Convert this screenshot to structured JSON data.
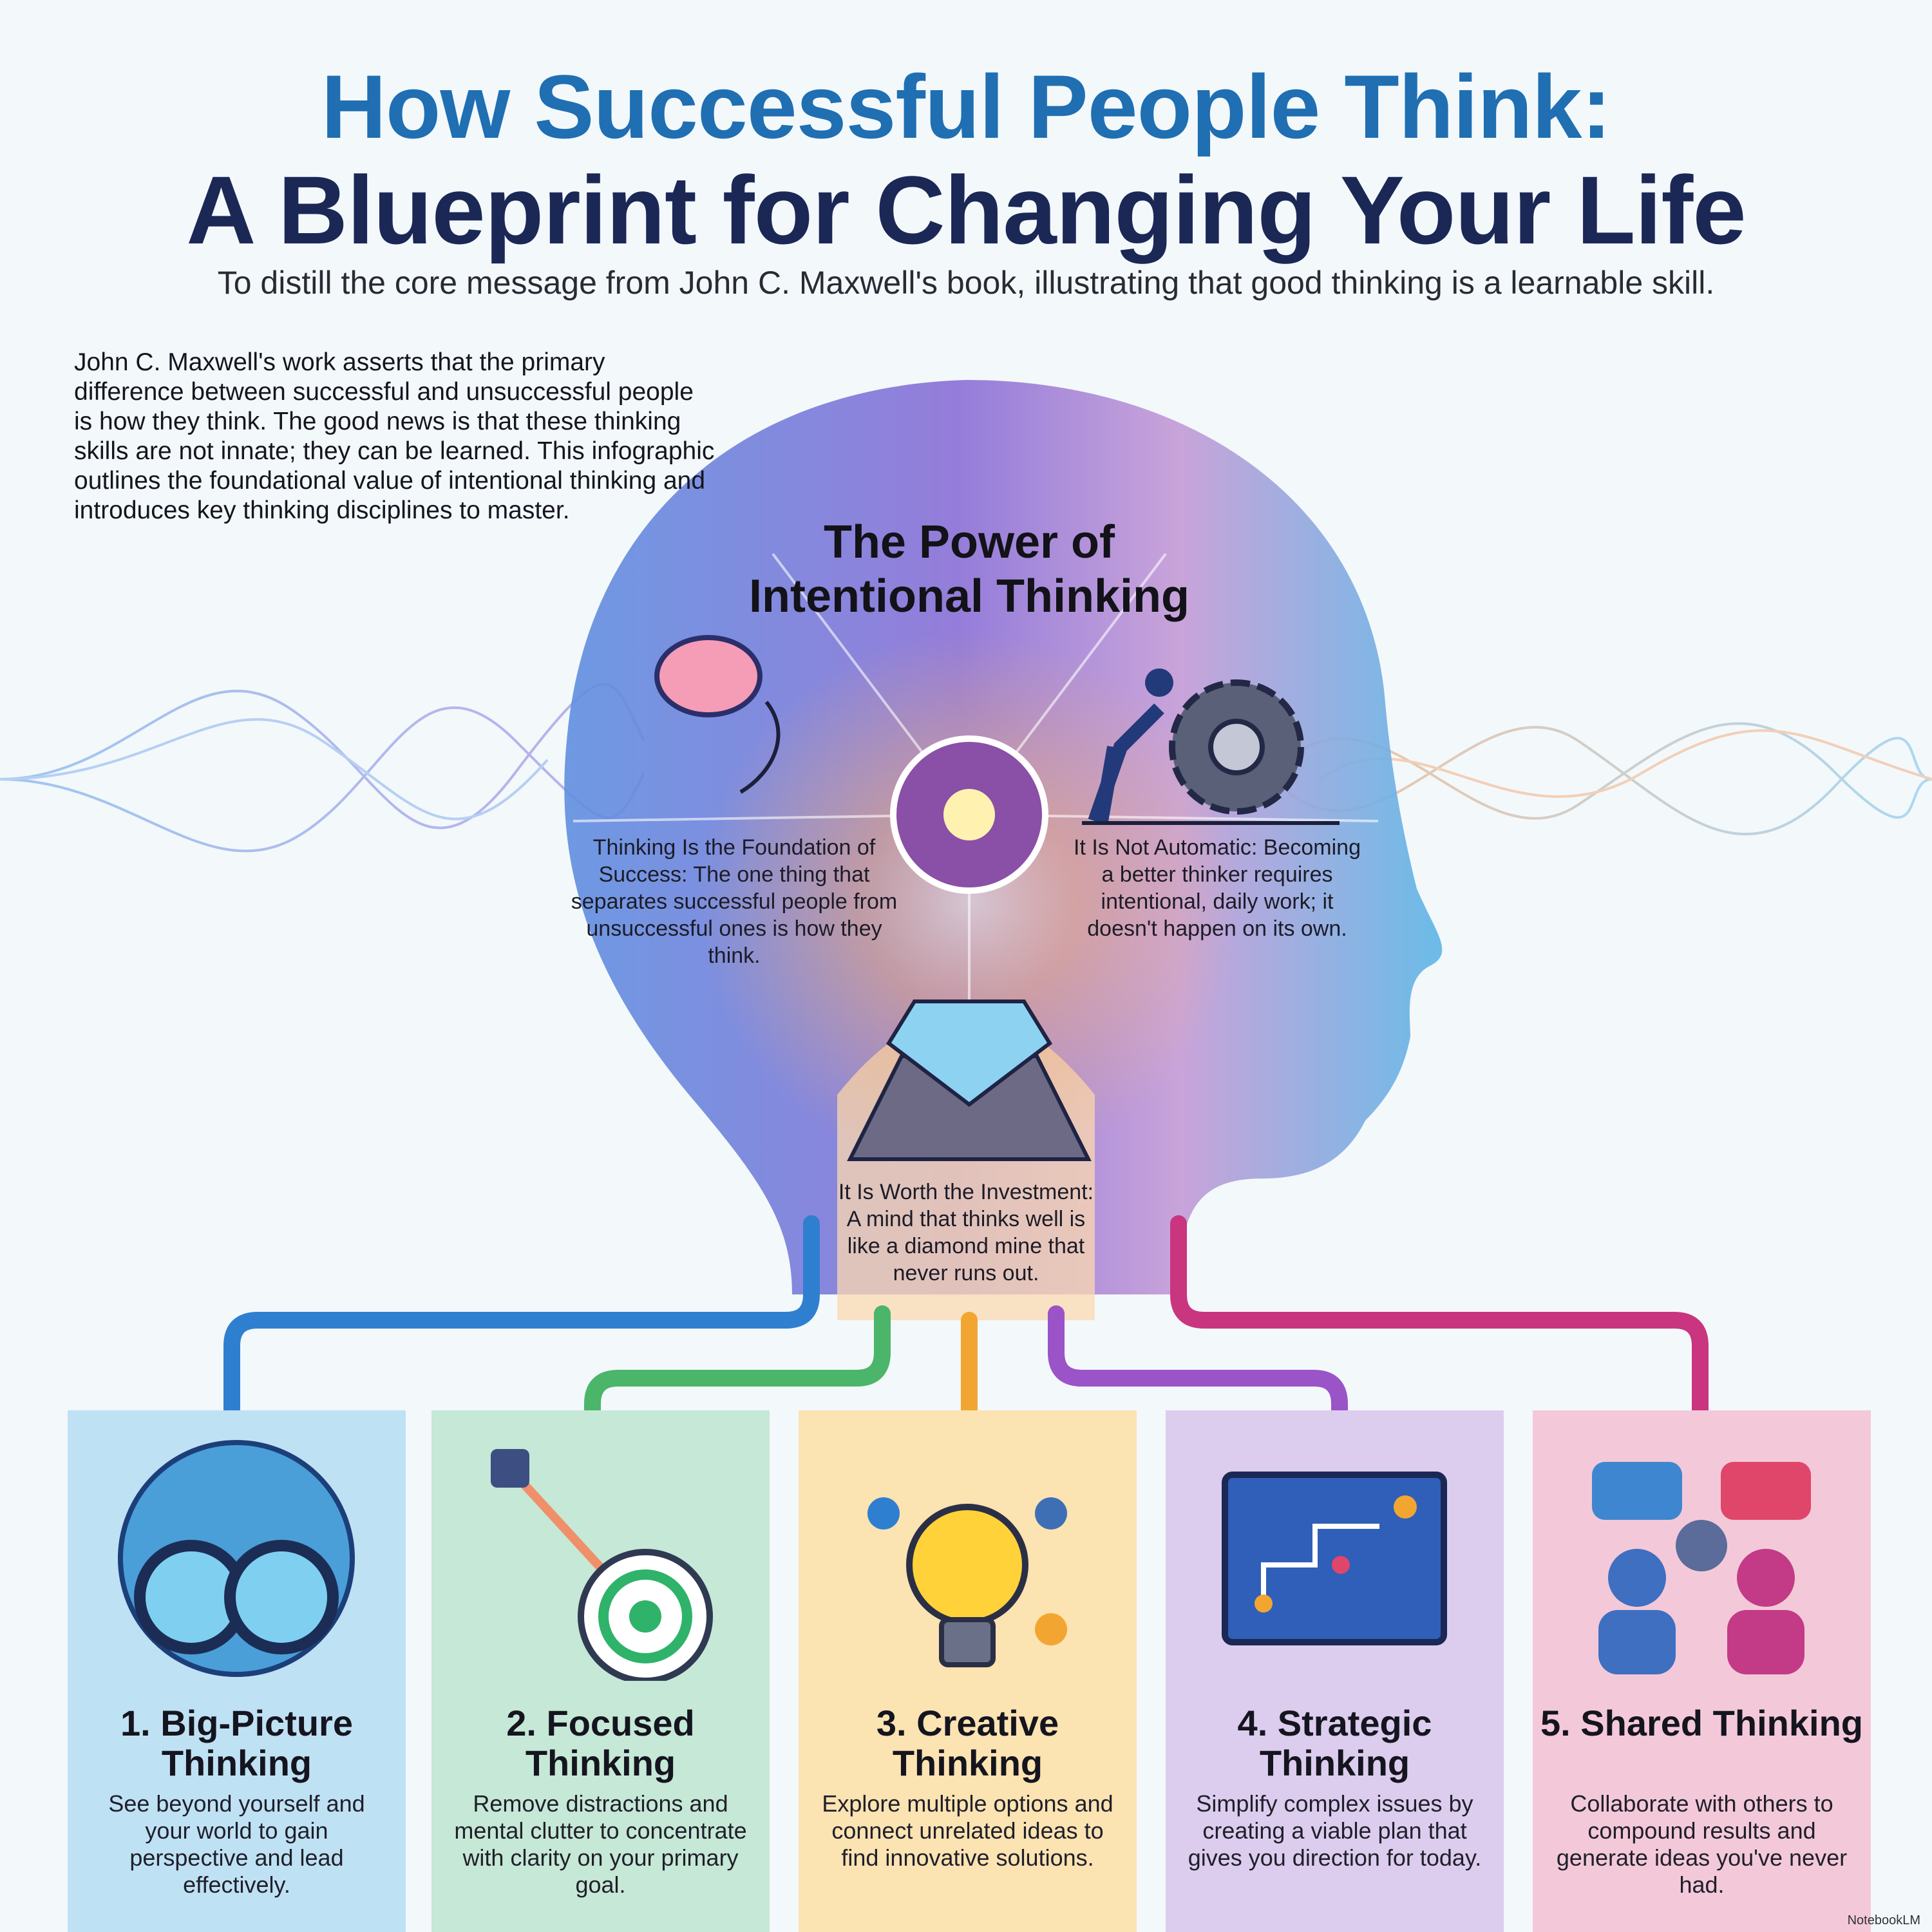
{
  "header": {
    "title_line1": "How Successful People Think:",
    "title_line2": "A Blueprint for Changing Your Life",
    "subtitle": "To distill the core message from John C. Maxwell's book, illustrating that good thinking is a learnable skill."
  },
  "intro": "John C. Maxwell's work asserts that the primary difference between successful and unsuccessful people is how they think. The good news is that these thinking skills are not innate; they can be learned. This infographic outlines the foundational value of intentional thinking and introduces key thinking disciplines to master.",
  "head": {
    "title": "The Power of Intentional Thinking",
    "points": [
      {
        "text": "Thinking Is the Foundation of Success: The one thing that separates successful people from unsuccessful ones is how they think.",
        "icon": "brain-icon"
      },
      {
        "text": "It Is Not Automatic: Becoming a better thinker requires intentional, daily work; it doesn't happen on its own.",
        "icon": "gear-push-icon"
      },
      {
        "text": "It Is Worth the Investment: A mind that thinks well is like a diamond mine that never runs out.",
        "icon": "diamond-icon"
      }
    ]
  },
  "disciplines": [
    {
      "title": "1. Big-Picture Thinking",
      "desc": "See beyond yourself and your world to gain perspective and lead effectively.",
      "icon": "binoculars-icon",
      "color": "#bfe1f4",
      "line": "#2f7fd0"
    },
    {
      "title": "2. Focused Thinking",
      "desc": "Remove distractions and mental clutter to concentrate with clarity on your primary goal.",
      "icon": "target-icon",
      "color": "#c6e8d6",
      "line": "#4bb56a"
    },
    {
      "title": "3. Creative Thinking",
      "desc": "Explore multiple options and connect unrelated ideas to find innovative solutions.",
      "icon": "lightbulb-icon",
      "color": "#fbe3b2",
      "line": "#f2a631"
    },
    {
      "title": "4. Strategic Thinking",
      "desc": "Simplify complex issues by creating a viable plan that gives you direction for today.",
      "icon": "plan-map-icon",
      "color": "#dccdee",
      "line": "#9b53c8"
    },
    {
      "title": "5. Shared Thinking",
      "desc": "Collaborate with others to compound results and generate ideas you've never had.",
      "icon": "collaboration-icon",
      "color": "#f3c9d9",
      "line": "#c9357f"
    }
  ],
  "watermark": "NotebookLM"
}
